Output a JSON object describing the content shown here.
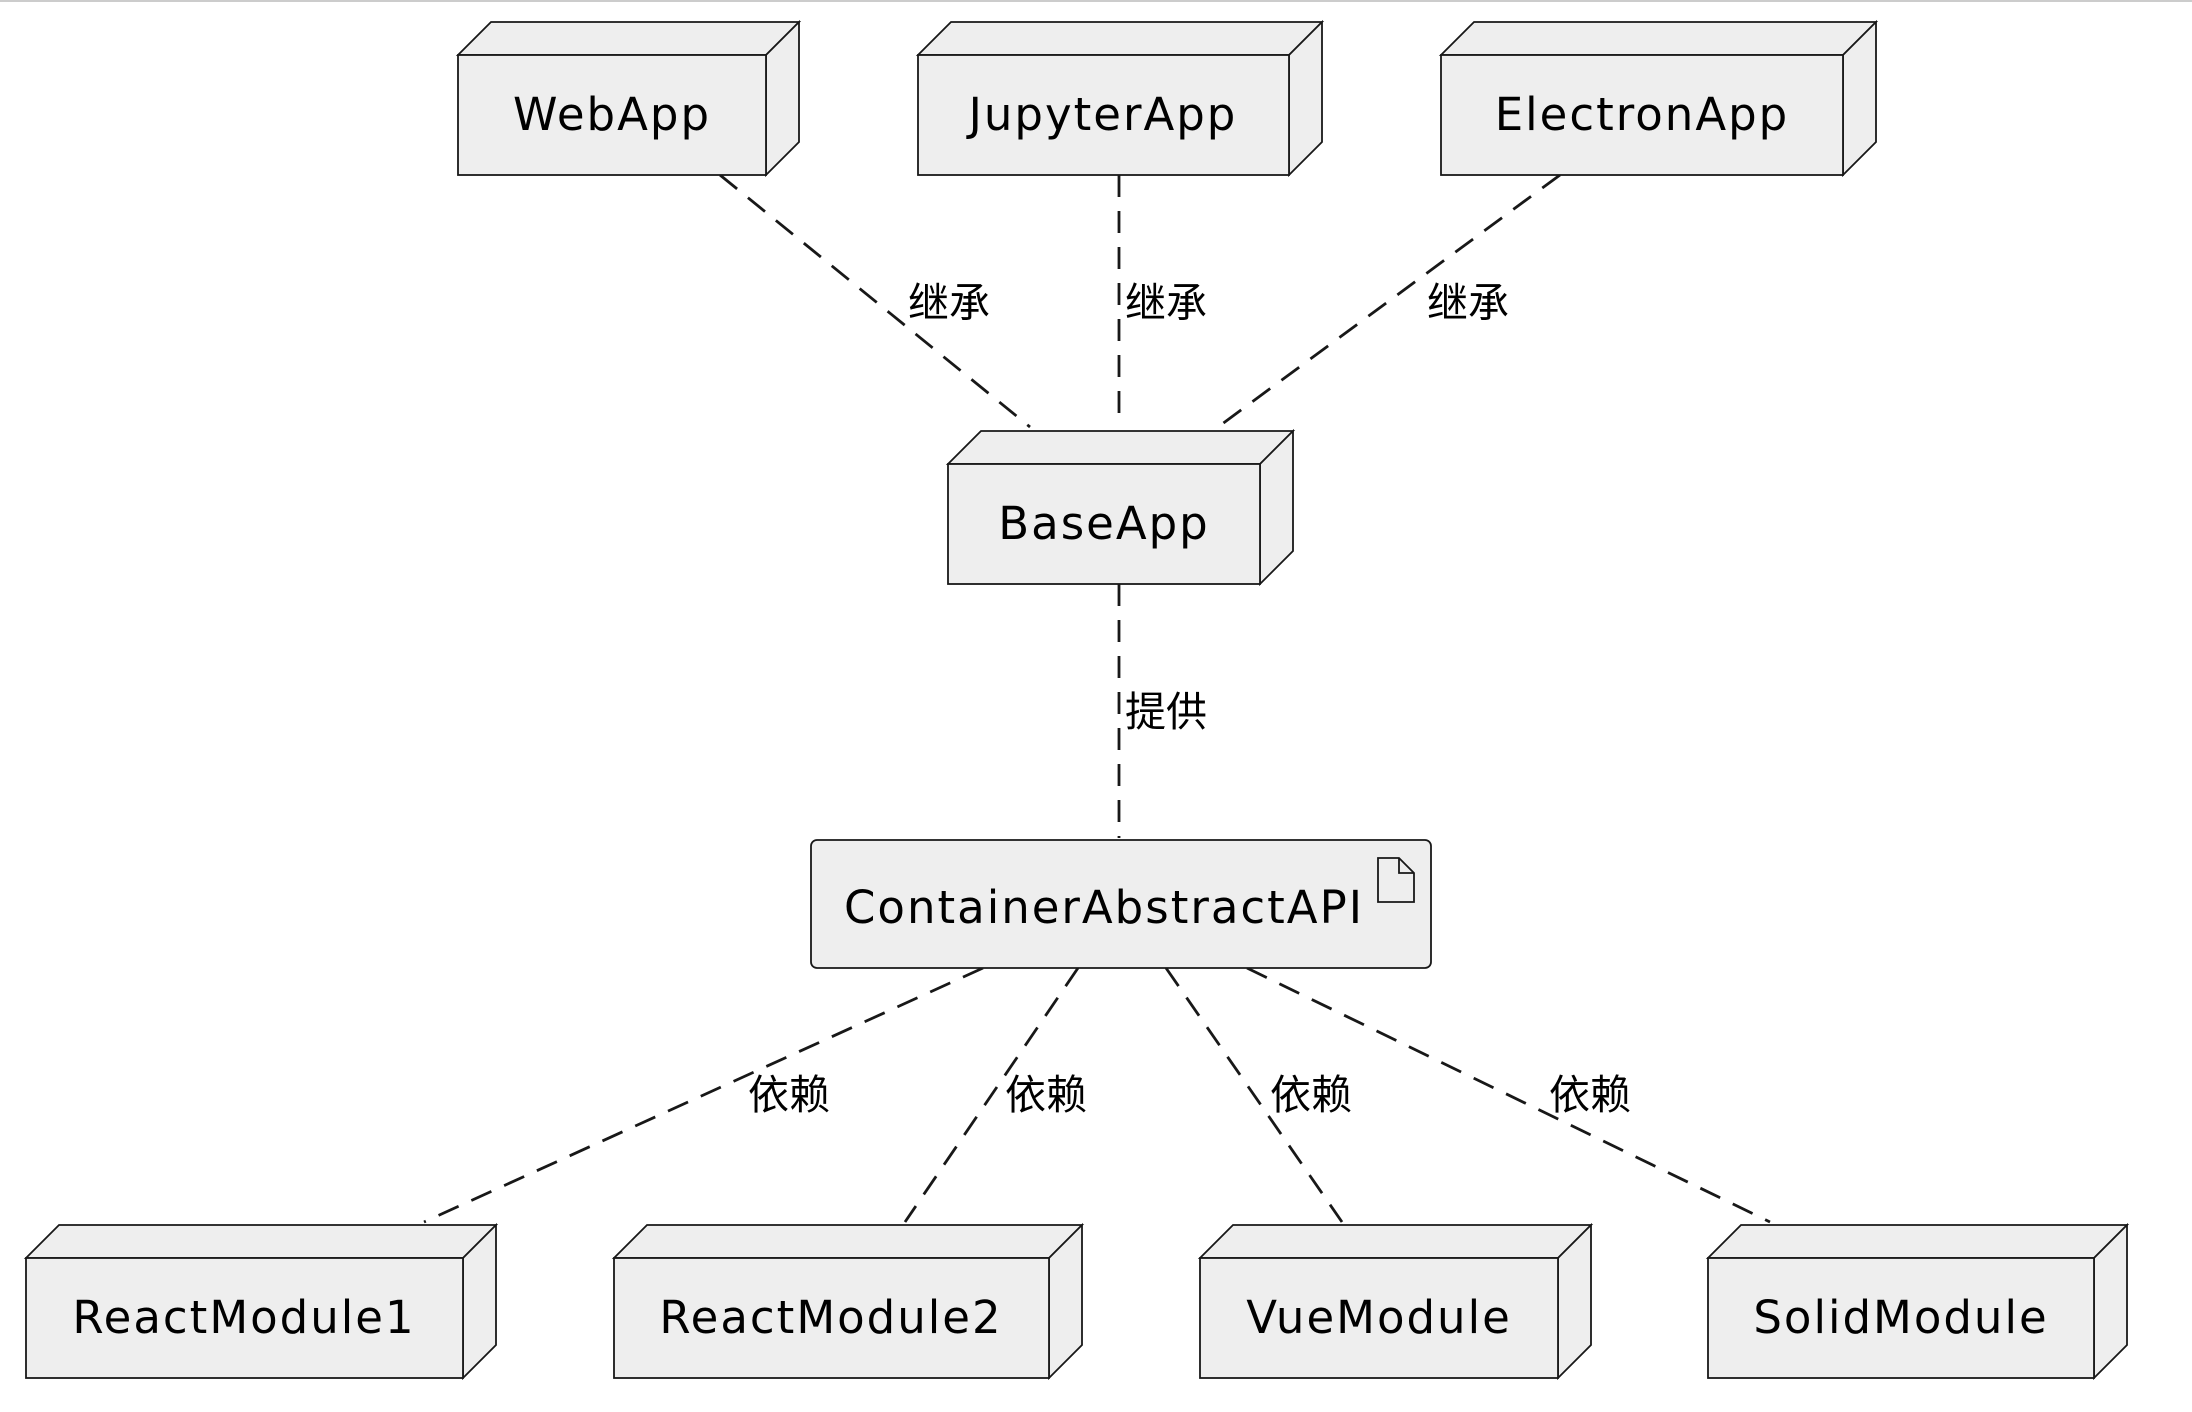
{
  "nodes": {
    "webapp": "WebApp",
    "jupyterapp": "JupyterApp",
    "electronapp": "ElectronApp",
    "baseapp": "BaseApp",
    "container_api": "ContainerAbstractAPI",
    "reactmodule1": "ReactModule1",
    "reactmodule2": "ReactModule2",
    "vuemodule": "VueModule",
    "solidmodule": "SolidModule"
  },
  "edges": {
    "webapp_baseapp": "继承",
    "jupyterapp_baseapp": "继承",
    "electronapp_baseapp": "继承",
    "baseapp_api": "提供",
    "api_reactmodule1": "依赖",
    "api_reactmodule2": "依赖",
    "api_vuemodule": "依赖",
    "api_solidmodule": "依赖"
  },
  "colors": {
    "node_fill": "#eeeeee",
    "stroke": "#181818",
    "text": "#000000"
  }
}
